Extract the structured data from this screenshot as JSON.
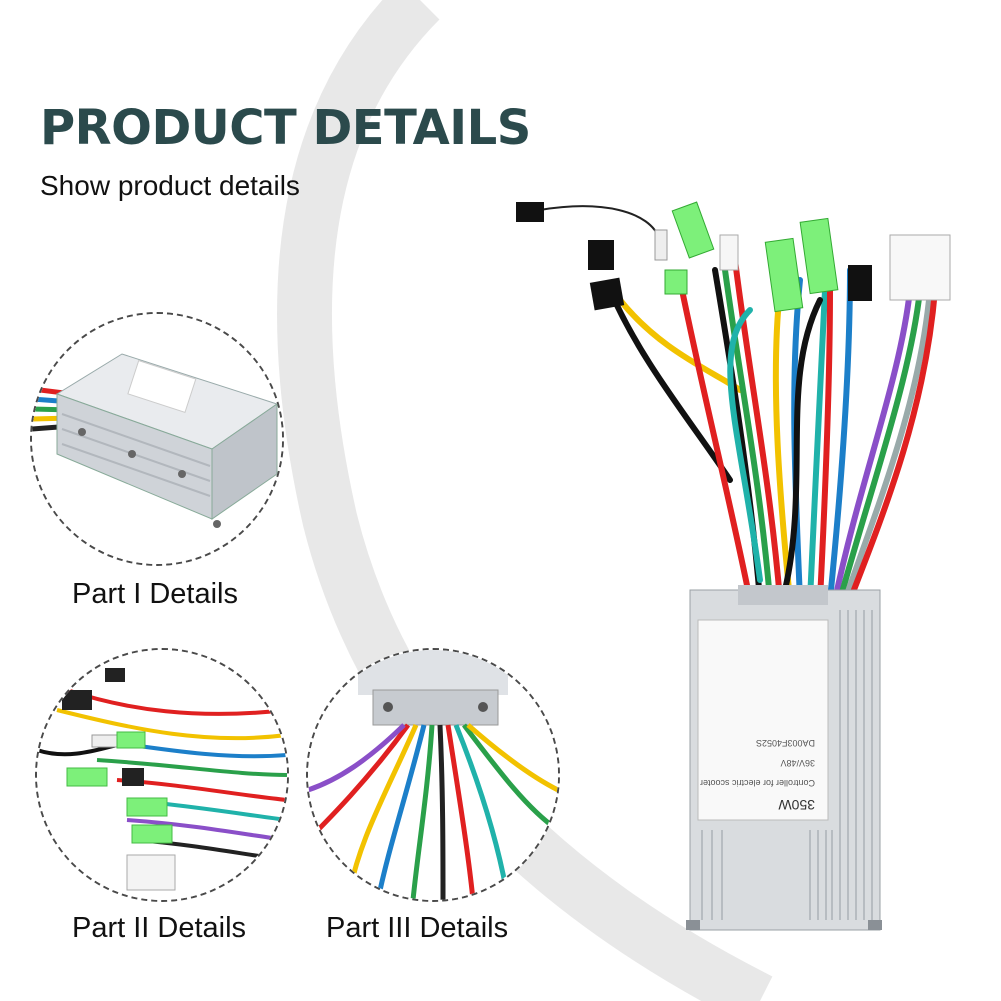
{
  "header": {
    "title": "PRODUCT DETAILS",
    "subtitle": "Show product details"
  },
  "details": [
    {
      "label": "Part I Details",
      "icon": "controller-box-closeup"
    },
    {
      "label": "Part II Details",
      "icon": "connectors-closeup"
    },
    {
      "label": "Part III Details",
      "icon": "wires-closeup"
    }
  ],
  "product": {
    "label_lines": [
      "350W",
      "Controller for electric scooter",
      "36V/48V",
      "DA003F4052S"
    ]
  },
  "colors": {
    "title": "#2b4a4c",
    "arc": "#e6e6e6",
    "housing": "#d9dcdf",
    "connector_green": "#7df07a"
  }
}
